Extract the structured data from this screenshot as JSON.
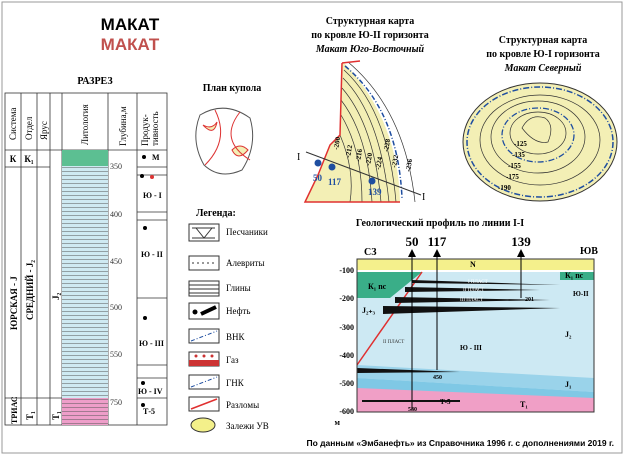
{
  "title": {
    "main": "МАКАТ",
    "sub": "МАКАТ",
    "sub_color": "#c0504d"
  },
  "section": {
    "title": "РАЗРЕЗ",
    "headers": [
      "Система",
      "Отдел",
      "Ярус",
      "Литология",
      "Глубина,м",
      "Продук-",
      "тивность"
    ],
    "system": [
      "К",
      "ЮРСКАЯ - J",
      "ТРИАС"
    ],
    "series": [
      "К₁",
      "СРЕДНИЙ - J₂",
      "Т₁"
    ],
    "stage": [
      "J₂",
      "Т₁"
    ],
    "depths": [
      "350",
      "400",
      "450",
      "500",
      "550",
      "750"
    ],
    "productivity": [
      "М",
      "Ю - I",
      "Ю - II",
      "Ю - III",
      "Ю - IV",
      "Т-5"
    ]
  },
  "dome_plan": {
    "title": "План купола"
  },
  "legend": {
    "title": "Легенда:",
    "items": [
      "Песчаники",
      "Алевриты",
      "Глины",
      "Нефть",
      "ВНК",
      "Газ",
      "ГНК",
      "Разломы",
      "Залежи УВ"
    ]
  },
  "map1": {
    "title": [
      "Структурная карта",
      "по кровле Ю-II горизонта",
      "Макат Юго-Восточный"
    ],
    "contours": [
      "-200",
      "-212",
      "-216",
      "-220",
      "-224",
      "-228",
      "-232",
      "-236"
    ],
    "wells": [
      "50",
      "117",
      "139"
    ],
    "line_label": "I"
  },
  "map2": {
    "title": [
      "Структурная карта",
      "по кровле Ю-I горизонта",
      "Макат Северный"
    ],
    "contours": [
      "-125",
      "-135",
      "-155",
      "-175",
      "-190"
    ]
  },
  "profile": {
    "title": "Геологический профиль по линии I-I",
    "wells": [
      "50",
      "117",
      "139"
    ],
    "nw": "СЗ",
    "se": "ЮВ",
    "y_ticks": [
      "-100",
      "-200",
      "-300",
      "-400",
      "-500",
      "-600"
    ],
    "y_unit": "м",
    "layers": [
      "N",
      "К₁ nс",
      "К₁ nс",
      "J₂₊₃",
      "J₂",
      "J₁",
      "Т₁"
    ],
    "horizons": [
      "Ю-II",
      "Ю - III",
      "Т-5"
    ],
    "plast_labels": [
      "I ПЛАСТ",
      "II ПЛАСТ",
      "III ПЛАСТ",
      "II ПЛАСТ"
    ],
    "well_depths": [
      "201",
      "450",
      "580"
    ]
  },
  "footer": "По данным «Эмбанефть» из Справочника 1996 г. с дополнениями 2019 г.",
  "colors": {
    "sand_fill": "#f3efb5",
    "water_blue": "#c9e9f2",
    "green": "#3aae88",
    "pink": "#ef9fc6",
    "fault": "#e03030",
    "well": "#1f4ea0"
  }
}
